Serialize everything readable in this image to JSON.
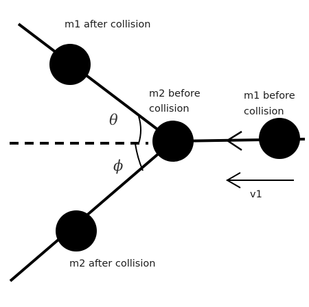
{
  "labels": {
    "m1_after": "m1 after collision",
    "m2_before_line1": "m2 before",
    "m2_before_line2": "collision",
    "m1_before_line1": "m1 before",
    "m1_before_line2": "collision",
    "m2_after": "m2 after collision",
    "velocity": "v1",
    "theta": "θ",
    "phi": "ϕ"
  },
  "colors": {
    "ink": "#000000",
    "background": "#ffffff"
  }
}
